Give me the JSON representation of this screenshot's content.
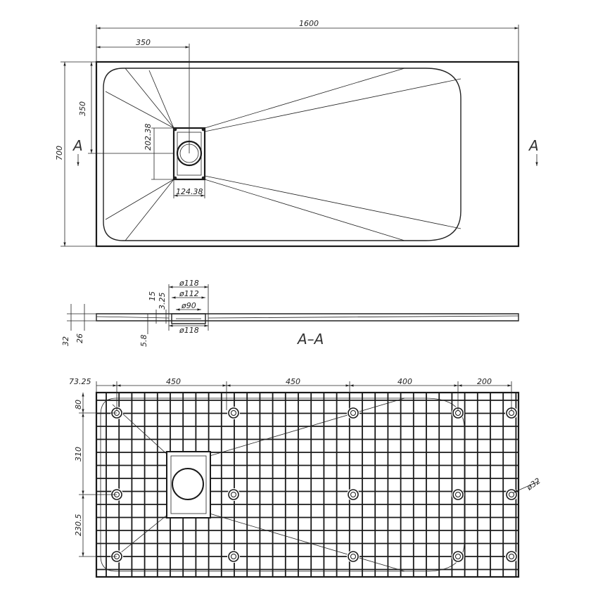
{
  "top_view": {
    "dim_length": "1600",
    "dim_drain_x": "350",
    "dim_drain_y": "350",
    "dim_width": "700",
    "dim_drain_h": "202.38",
    "dim_drain_w": "124.38",
    "section_mark_left": "A",
    "section_mark_right": "A"
  },
  "section_view": {
    "dim_118_top": "ø118",
    "dim_112": "ø112",
    "dim_90": "ø90",
    "dim_118_bottom": "ø118",
    "dim_15": "15",
    "dim_325": "3.25",
    "dim_58": "5.8",
    "dim_32": "32",
    "dim_26": "26",
    "section_label": "A–A"
  },
  "bottom_view": {
    "dim_7325": "73.25",
    "dim_450_a": "450",
    "dim_450_b": "450",
    "dim_400": "400",
    "dim_200": "200",
    "dim_80": "80",
    "dim_310": "310",
    "dim_2305": "230.5",
    "dim_32": "ø32"
  }
}
